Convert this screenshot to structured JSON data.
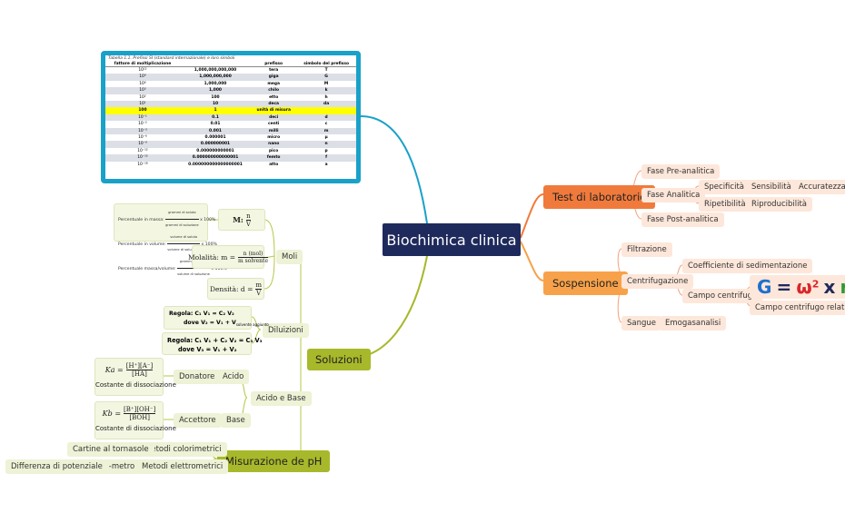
{
  "root": {
    "label": "Biochimica clinica"
  },
  "colors": {
    "root": "#1f2a5c",
    "orange": "#f07a3c",
    "orange_light": "#fde7da",
    "green": "#a8b82b",
    "green_light": "#eef2d6",
    "table_border": "#19a1c9",
    "highlight": "#ffff00"
  },
  "test_lab": {
    "label": "Test di laboratorio",
    "pre": "Fase Pre-analitica",
    "analitica": "Fase Analitica",
    "specificita": "Specificità",
    "sensibilita": "Sensibilità",
    "accuratezza": "Accuratezza",
    "ripetibilita": "Ripetibilità",
    "riproducibilita": "Riproducibilità",
    "post": "Fase Post-analitica"
  },
  "sospensione": {
    "label": "Sospensione",
    "filtrazione": "Filtrazione",
    "centrifugazione": "Centrifugazione",
    "coeff": "Coefficiente di sedimentazione",
    "campo": "Campo centrifugo",
    "formula": {
      "g": "G",
      "eq": "=",
      "omega": "ω",
      "exp": "2",
      "x": "x",
      "r": "r"
    },
    "relativo": "Campo centrifugo relativo",
    "sangue": "Sangue",
    "emogas": "Emogasanalisi"
  },
  "soluzioni": {
    "label": "Soluzioni",
    "moli": "Moli",
    "molarita": {
      "lhs": "M:",
      "num": "n",
      "den": "V"
    },
    "molalita": {
      "lhs": "Molalità: m =",
      "num": "n (mol)",
      "den": "m solvente"
    },
    "densita": {
      "lhs": "Densità: d =",
      "num": "m",
      "den": "V"
    },
    "percent": [
      {
        "lhs": "Percentuale in massa:",
        "num": "grammi di soluto",
        "den": "grammi di soluzione",
        "rhs": "x 100%"
      },
      {
        "lhs": "Percentuale in volume:",
        "num": "volume di soluto",
        "den": "volume di soluzione",
        "rhs": "x 100%"
      },
      {
        "lhs": "Percentuale massa/volume:",
        "num": "grammi di soluto",
        "den": "volume di soluzione",
        "rhs": "x 100%"
      }
    ],
    "diluizioni": "Diluizioni",
    "regola1": {
      "title": "Regola:",
      "eq1": "C₁ V₁ = C₂ V₂",
      "eq2": "dove V₂ = V₁ + V",
      "sub": "solvente aggiunto"
    },
    "regola2": {
      "title": "Regola:",
      "eq1": "C₁ V₁ + C₂ V₂ = C₃ V₃",
      "eq2": "dove  V₃ = V₁ + V₂"
    },
    "acido_base": "Acido e Base",
    "acido": "Acido",
    "donatore": "Donatore",
    "ka": {
      "lhs": "Ka =",
      "num": "[H⁺][A⁻]",
      "den": "[HA]",
      "caption": "Costante di dissociazione"
    },
    "base": "Base",
    "accettore": "Accettore",
    "kb": {
      "lhs": "Kb =",
      "num": "[B⁺][OH⁻]",
      "den": "[BOH]",
      "caption": "Costante di dissociazione"
    }
  },
  "ph": {
    "label": "Misurazione de pH",
    "colorimetrici": "Metodi colorimetrici",
    "cartine": "Cartine al tornasole",
    "elettrometrici": "Metodi elettrometrici",
    "phmetro": "pH-metro",
    "differenza": "Differenza di potenziale"
  },
  "table": {
    "caption": "Tabella 1.1. Prefissi SI (standard internazionale) e loro simboli",
    "headers": [
      "fattore di moltiplicazione",
      "",
      "prefisso",
      "simbolo del prefisso"
    ],
    "rows": [
      [
        "10¹²",
        "1,000,000,000,000",
        "tera",
        "T"
      ],
      [
        "10⁹",
        "1,000,000,000",
        "giga",
        "G"
      ],
      [
        "10⁶",
        "1,000,000",
        "mega",
        "M"
      ],
      [
        "10³",
        "1,000",
        "chilo",
        "k"
      ],
      [
        "10²",
        "100",
        "etto",
        "h"
      ],
      [
        "10¹",
        "10",
        "deca",
        "da"
      ],
      [
        "100",
        "1",
        "unità di misura",
        ""
      ],
      [
        "10⁻¹",
        "0.1",
        "deci",
        "d"
      ],
      [
        "10⁻²",
        "0.01",
        "centi",
        "c"
      ],
      [
        "10⁻³",
        "0.001",
        "milli",
        "m"
      ],
      [
        "10⁻⁶",
        "0.000001",
        "micro",
        "μ"
      ],
      [
        "10⁻⁹",
        "0.000000001",
        "nano",
        "n"
      ],
      [
        "10⁻¹²",
        "0.000000000001",
        "pico",
        "p"
      ],
      [
        "10⁻¹⁵",
        "0.000000000000001",
        "femto",
        "f"
      ],
      [
        "10⁻¹⁸",
        "0.000000000000000001",
        "atto",
        "a"
      ]
    ]
  }
}
